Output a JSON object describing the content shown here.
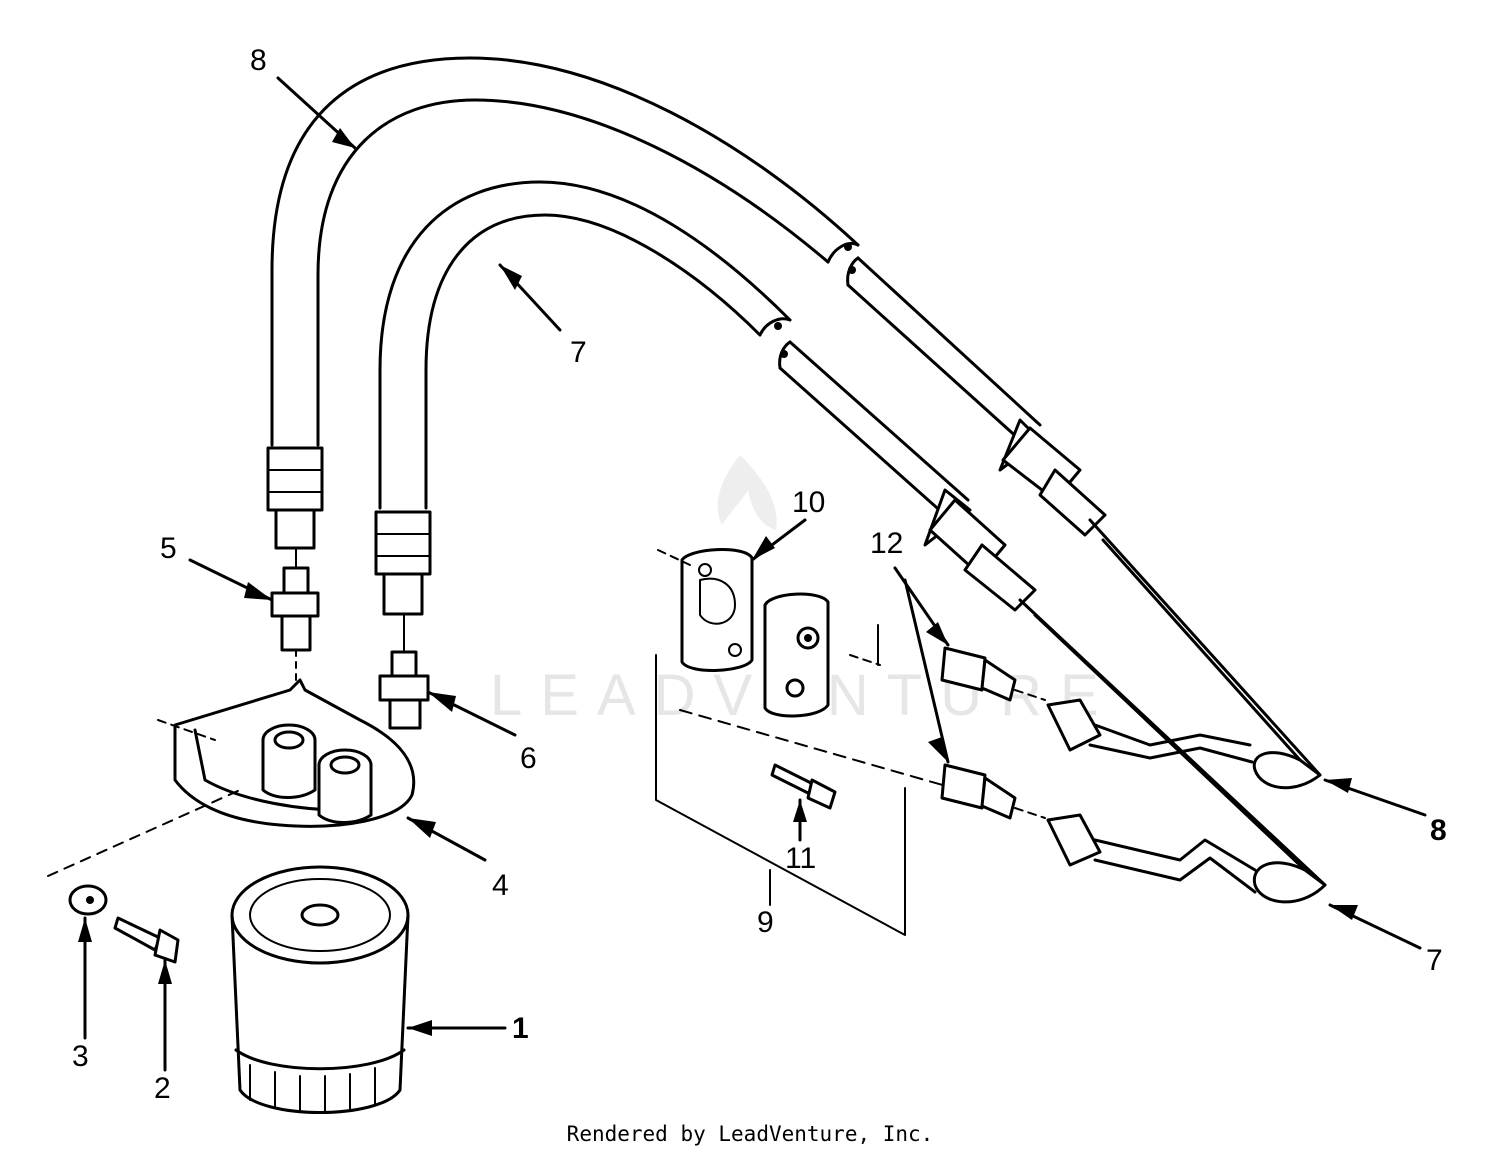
{
  "watermark": "LEADVENTURE",
  "footer": "Rendered by LeadVenture, Inc.",
  "callouts": {
    "c1": "1",
    "c2": "2",
    "c3": "3",
    "c4": "4",
    "c5": "5",
    "c6": "6",
    "c7a": "7",
    "c7b": "7",
    "c8a": "8",
    "c8b": "8",
    "c9": "9",
    "c10": "10",
    "c11": "11",
    "c12": "12"
  }
}
